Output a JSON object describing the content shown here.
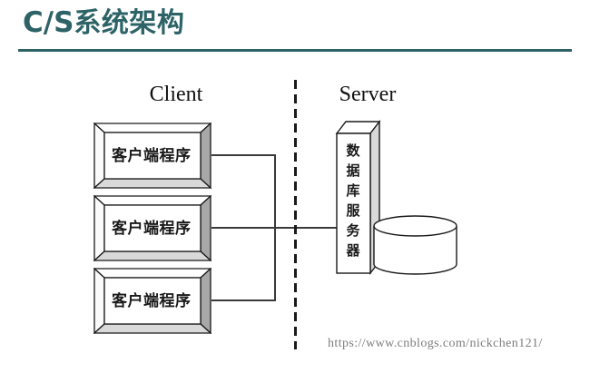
{
  "title": {
    "prefix": "C/S",
    "suffix": "系统架构"
  },
  "labels": {
    "client": "Client",
    "server": "Server"
  },
  "client_boxes": [
    {
      "label": "客户端程序"
    },
    {
      "label": "客户端程序"
    },
    {
      "label": "客户端程序"
    }
  ],
  "server": {
    "tower_label": "数据库服务器"
  },
  "footer": {
    "url": "https://www.cnblogs.com/nickchen121/"
  },
  "colors": {
    "accent_teal": "#2d6367",
    "line": "#3a3a3a",
    "bevel_right": "#a8a8a8",
    "bevel_bottom": "#d9d9d9",
    "tower_side": "#d9d9d9"
  }
}
